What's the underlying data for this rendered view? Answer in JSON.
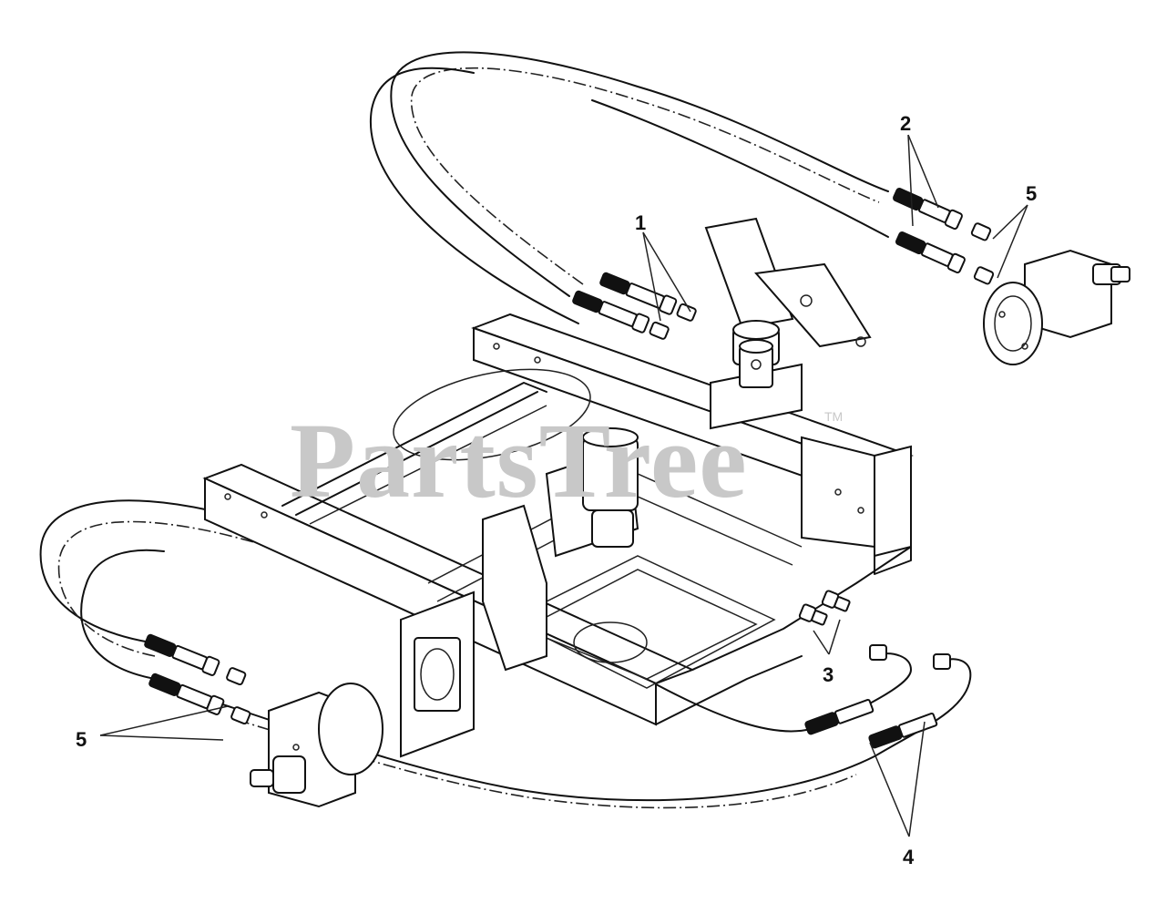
{
  "watermark": {
    "brand": "PartsTree",
    "trademark": "TM"
  },
  "callouts": [
    {
      "id": "c1",
      "label": "1"
    },
    {
      "id": "c2",
      "label": "2"
    },
    {
      "id": "c3",
      "label": "3"
    },
    {
      "id": "c4",
      "label": "4"
    },
    {
      "id": "c5a",
      "label": "5"
    },
    {
      "id": "c5b",
      "label": "5"
    }
  ],
  "colors": {
    "ink": "#111111",
    "watermark": "#c8c8c8",
    "background": "#ffffff"
  }
}
